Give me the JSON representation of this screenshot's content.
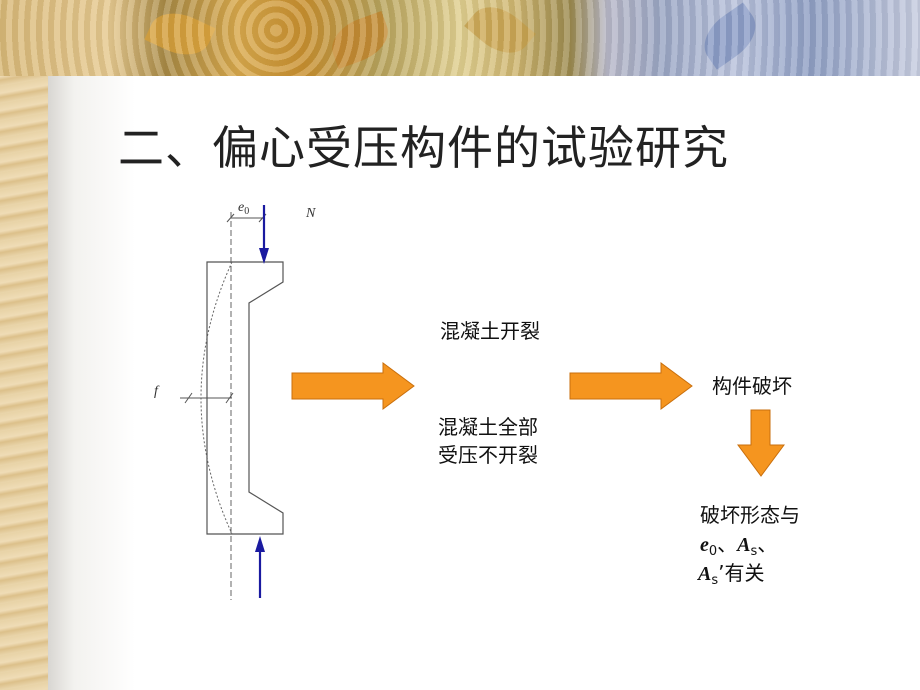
{
  "title": "二、偏心受压构件的试验研究",
  "labels": {
    "e0_main": "e",
    "e0_sub": "0",
    "n": "N",
    "f": "f"
  },
  "stages": {
    "crack": "混凝土开裂",
    "no_crack_line1": "混凝土全部",
    "no_crack_line2": "受压不开裂",
    "failure": "构件破坏",
    "form_line1": "破坏形态与",
    "form_e": "e",
    "form_e_sub": "0",
    "form_sep1": "、",
    "form_as": "A",
    "form_as_sub": "s",
    "form_sep2": "、",
    "form_as2": "A",
    "form_as2_sub": "s",
    "form_tail": "’有关"
  },
  "colors": {
    "arrow": "#f5951f",
    "force_arrow": "#1a1aa0",
    "outline": "#555555"
  }
}
